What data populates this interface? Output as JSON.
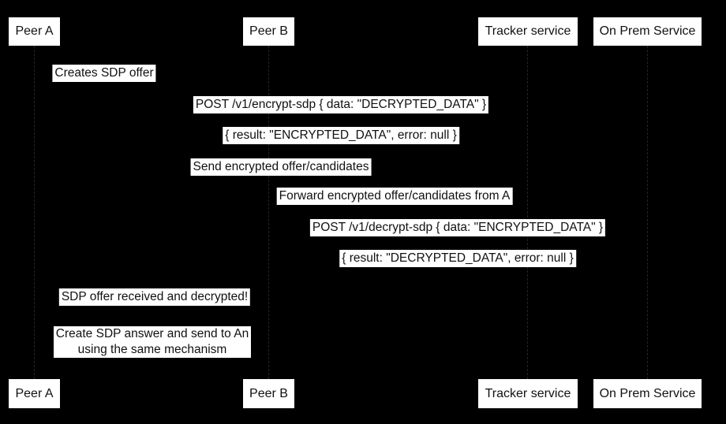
{
  "diagram": {
    "type": "sequence-diagram",
    "colors": {
      "background": "#000000",
      "box_fill": "#ffffff",
      "text": "#111111",
      "lifeline": "#242424"
    },
    "actors": [
      {
        "label": "Peer A"
      },
      {
        "label": "Peer B"
      },
      {
        "label": "Tracker service"
      },
      {
        "label": "On Prem Service"
      }
    ],
    "messages": [
      {
        "text": "Creates SDP offer"
      },
      {
        "text": "POST /v1/encrypt-sdp { data: \"DECRYPTED_DATA\" }"
      },
      {
        "text": "{ result: \"ENCRYPTED_DATA\", error: null }"
      },
      {
        "text": "Send encrypted offer/candidates"
      },
      {
        "text": "Forward encrypted offer/candidates from A"
      },
      {
        "text": "POST /v1/decrypt-sdp { data: \"ENCRYPTED_DATA\" }"
      },
      {
        "text": "{ result: \"DECRYPTED_DATA\", error: null }"
      },
      {
        "text": "SDP offer received and decrypted!"
      }
    ],
    "note": {
      "line1": "Create SDP answer and send to An",
      "line2": "using the same mechanism"
    }
  }
}
